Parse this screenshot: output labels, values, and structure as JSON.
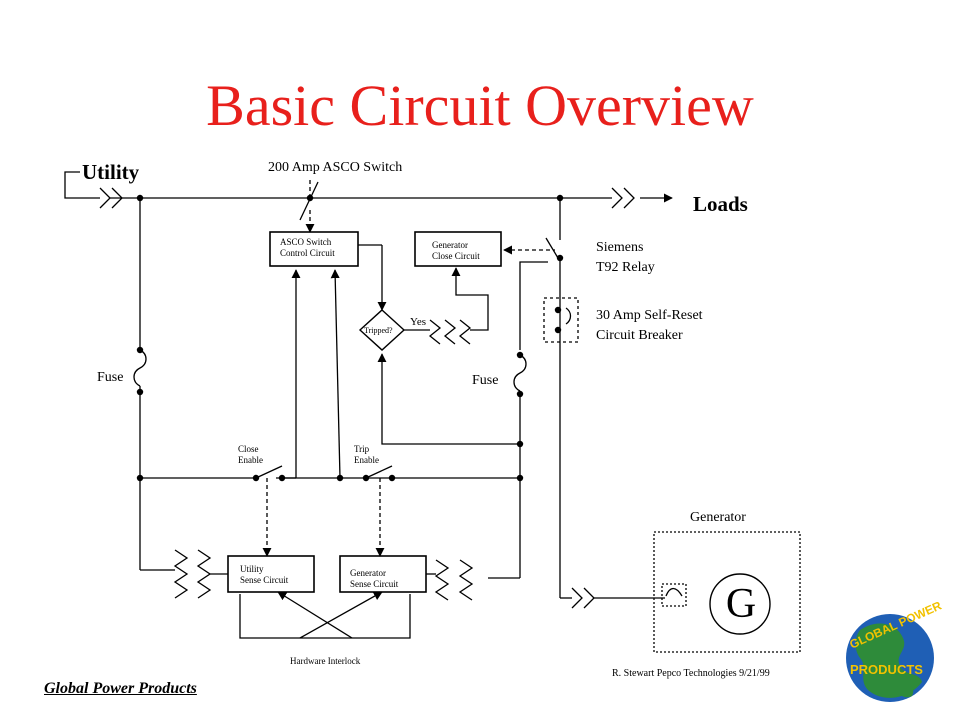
{
  "slide": {
    "title": "Basic Circuit Overview",
    "footer": "Global Power Products",
    "credit": "R. Stewart   Pepco Technologies   9/21/99"
  },
  "labels": {
    "utility": "Utility",
    "loads": "Loads",
    "asco_switch": "200 Amp ASCO Switch",
    "asco_control_1": "ASCO Switch",
    "asco_control_2": "Control Circuit",
    "gen_close_1": "Generator",
    "gen_close_2": "Close Circuit",
    "siemens_1": "Siemens",
    "siemens_2": "T92 Relay",
    "breaker_1": "30 Amp Self-Reset",
    "breaker_2": "Circuit Breaker",
    "tripped": "Tripped?",
    "yes": "Yes",
    "fuse_left": "Fuse",
    "fuse_right": "Fuse",
    "close_enable_1": "Close",
    "close_enable_2": "Enable",
    "trip_enable_1": "Trip",
    "trip_enable_2": "Enable",
    "utility_sense_1": "Utility",
    "utility_sense_2": "Sense Circuit",
    "gen_sense_1": "Generator",
    "gen_sense_2": "Sense Circuit",
    "hardware_interlock": "Hardware Interlock",
    "generator": "Generator",
    "gen_symbol": "G"
  },
  "logo": {
    "text_top": "GLOBAL POWER",
    "text_bottom": "PRODUCTS",
    "colors": {
      "globe": "#2e8b3a",
      "ocean": "#1f5fb5",
      "text": "#f2c200"
    }
  },
  "colors": {
    "title": "#e8201c",
    "lines": "#000000"
  }
}
